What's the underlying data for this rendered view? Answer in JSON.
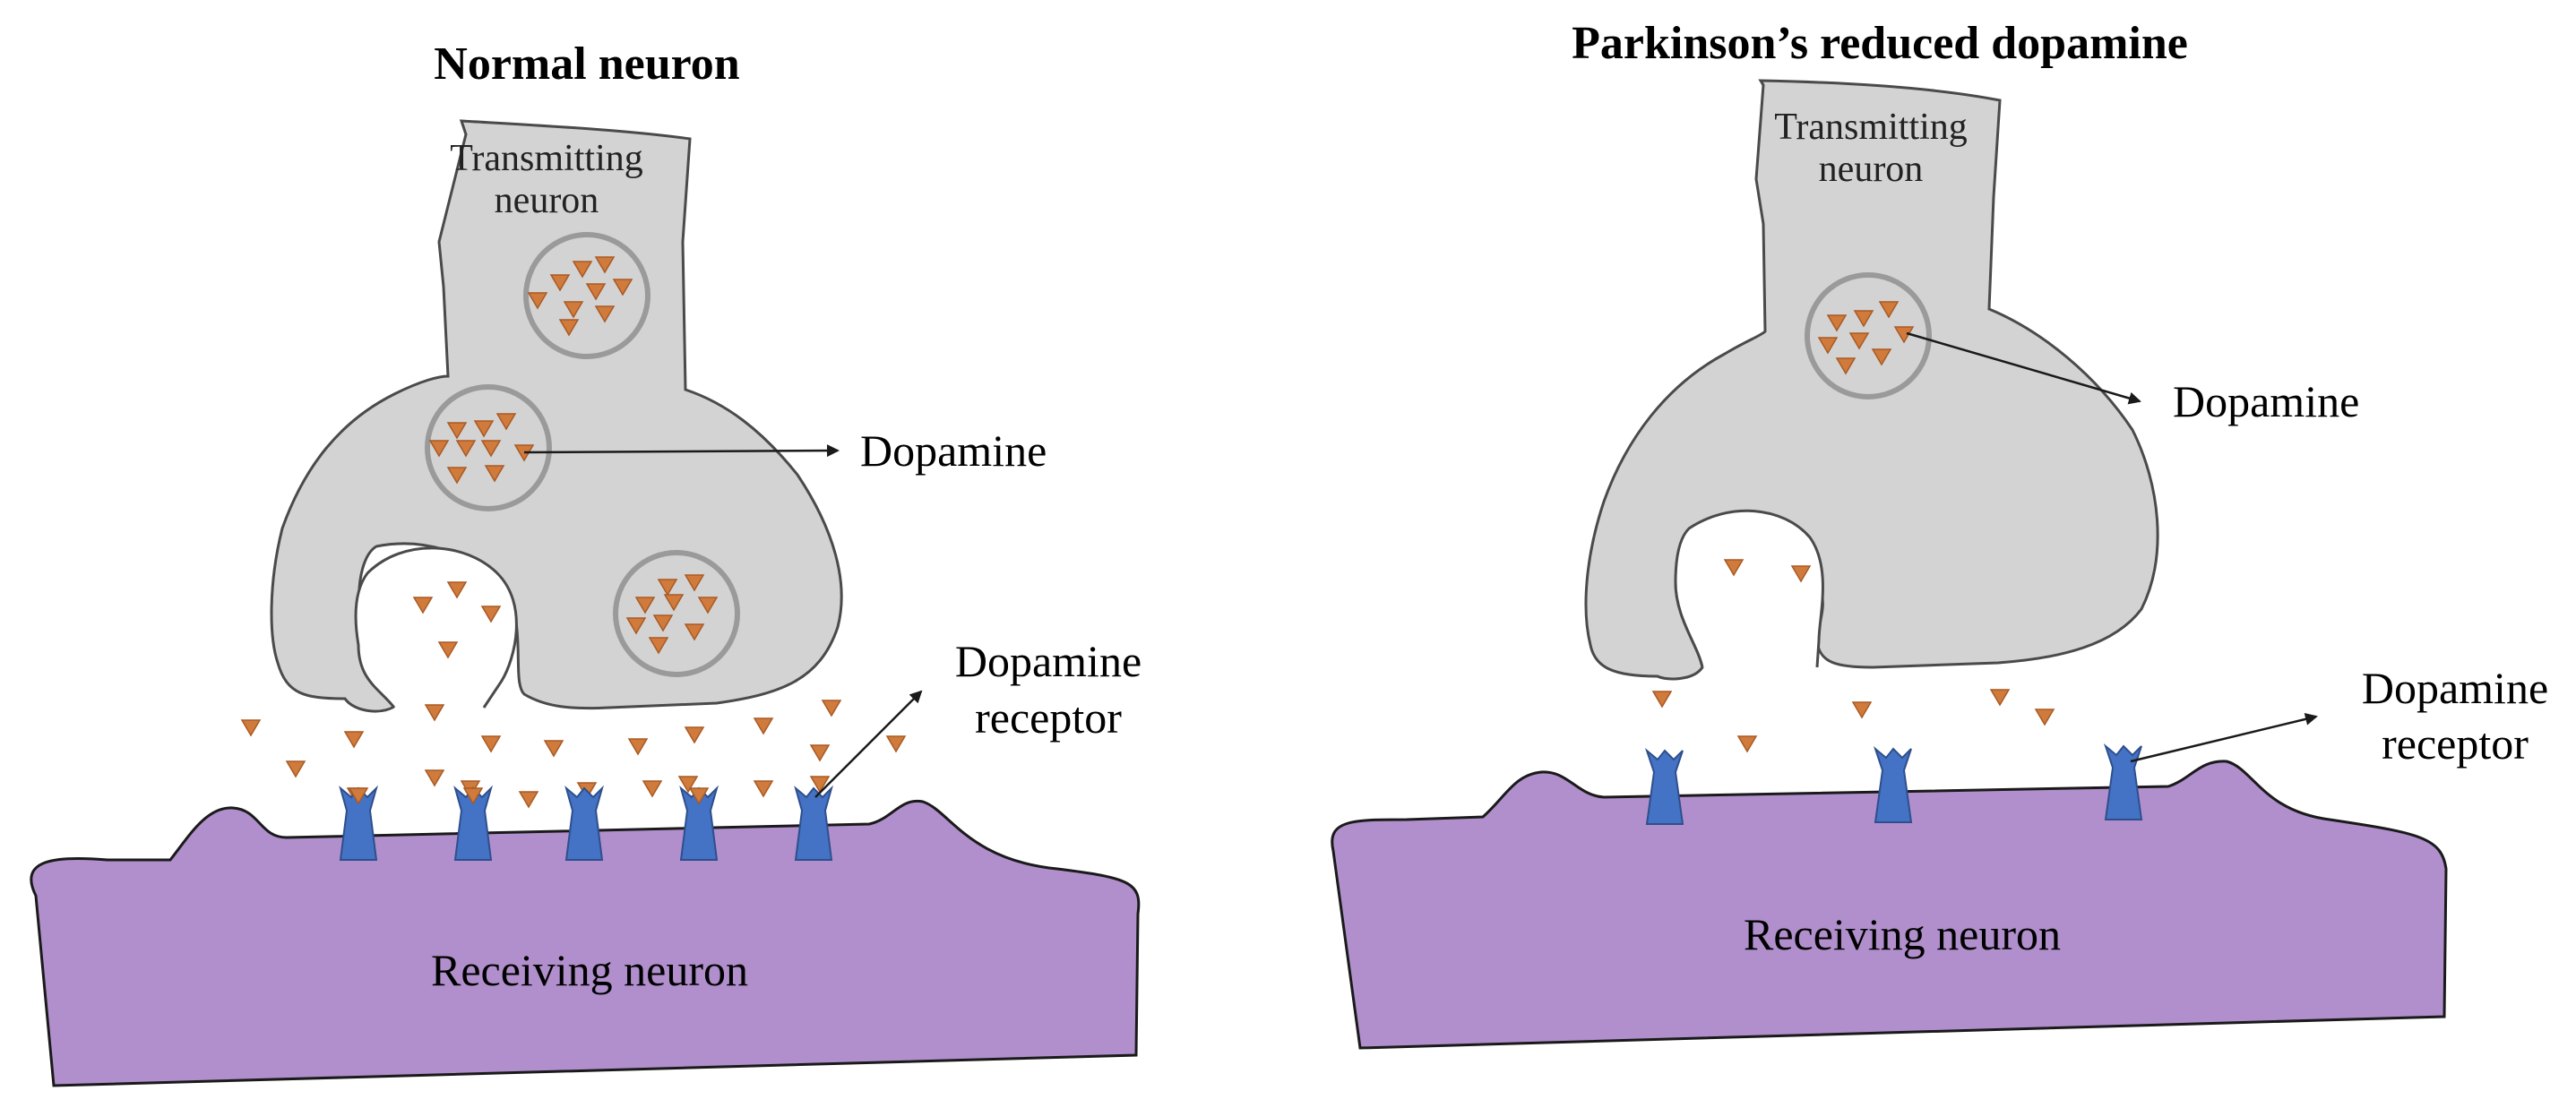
{
  "panels": {
    "normal": {
      "title": "Normal neuron",
      "transmitting_label_line1": "Transmitting",
      "transmitting_label_line2": "neuron",
      "dopamine_label": "Dopamine",
      "receptor_label_line1": "Dopamine",
      "receptor_label_line2": "receptor",
      "receiving_label": "Receiving neuron"
    },
    "parkinsons": {
      "title": "Parkinson’s reduced dopamine",
      "transmitting_label_line1": "Transmitting",
      "transmitting_label_line2": "neuron",
      "dopamine_label": "Dopamine",
      "receptor_label_line1": "Dopamine",
      "receptor_label_line2": "receptor",
      "receiving_label": "Receiving neuron"
    }
  },
  "colors": {
    "transmitting_neuron": "#d3d3d3",
    "receiving_neuron": "#b08fcc",
    "dopamine": "#d07a3c",
    "receptor": "#4472c4"
  }
}
